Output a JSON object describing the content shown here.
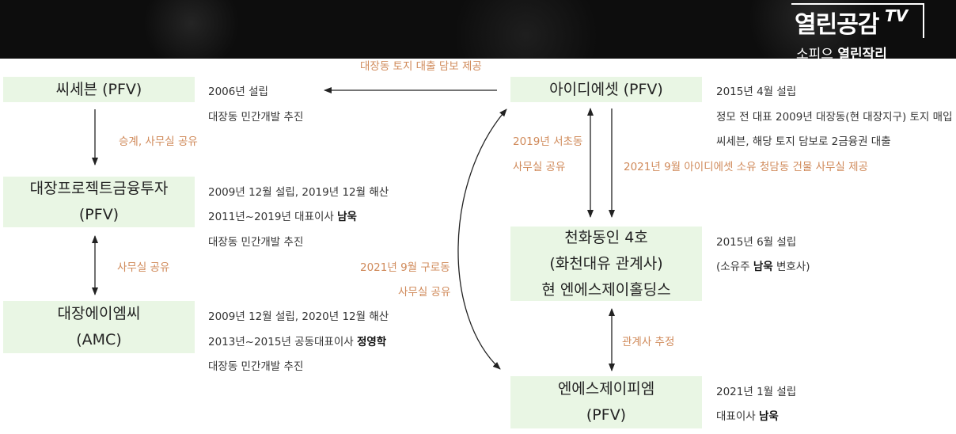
{
  "logo": {
    "main": "열린공감",
    "tv": "TV",
    "sub_prefix": "소피으",
    "sub_bold": "열린작리"
  },
  "top_label": "대장동 토지 대출 담보 제공",
  "nodes": {
    "ssesebun": {
      "line1": "씨세븐 (PFV)"
    },
    "daejang_pf": {
      "line1": "대장프로젝트금융투자",
      "line2": "(PFV)"
    },
    "daejang_amc": {
      "line1": "대장에이엠씨",
      "line2": "(AMC)"
    },
    "idiaset": {
      "line1": "아이디에셋 (PFV)"
    },
    "cheonhwa": {
      "line1": "천화동인 4호",
      "line2": "(화천대유 관계사)",
      "line3": "현 엔에스제이홀딩스"
    },
    "nsj_pm": {
      "line1": "엔에스제이피엠",
      "line2": "(PFV)"
    }
  },
  "info": {
    "ssesebun": [
      "2006년 설립",
      "대장동 민간개발 추진"
    ],
    "daejang_pf": {
      "l1": "2009년 12월 설립, 2019년 12월 해산",
      "l2_pre": "2011년~2019년 대표이사 ",
      "l2_bold": "남욱",
      "l3": "대장동 민간개발 추진"
    },
    "daejang_amc": {
      "l1": "2009년 12월 설립, 2020년 12월 해산",
      "l2_pre": "2013년~2015년 공동대표이사 ",
      "l2_bold": "정영학",
      "l3": "대장동 민간개발 추진"
    },
    "idiaset": [
      "2015년 4월 설립",
      "정모 전 대표 2009년 대장동(현 대장지구) 토지 매입",
      "씨세븐, 해당 토지 담보로 2금융권 대출"
    ],
    "cheonhwa": {
      "l1": "2015년 6월 설립",
      "l2_pre": "(소유주 ",
      "l2_bold": "남욱",
      "l2_post": " 변호사)"
    },
    "nsj_pm": {
      "l1": "2021년 1월 설립",
      "l2_pre": "대표이사 ",
      "l2_bold": "남욱"
    }
  },
  "edge_labels": {
    "succession": "승계, 사무실 공유",
    "office_share_left": "사무실 공유",
    "guro_1": "2021년 9월 구로동",
    "guro_2": "사무실 공유",
    "seocho_1": "2019년 서초동",
    "seocho_2": "사무실 공유",
    "cheongdam": "2021년 9월 아이디에셋 소유 청담동 건물 사무실 제공",
    "related": "관계사 추정"
  },
  "colors": {
    "box_fill": "#e9f6e4",
    "label": "#d08a5a",
    "arrow": "#222222",
    "banner": "#0d0d0d"
  }
}
